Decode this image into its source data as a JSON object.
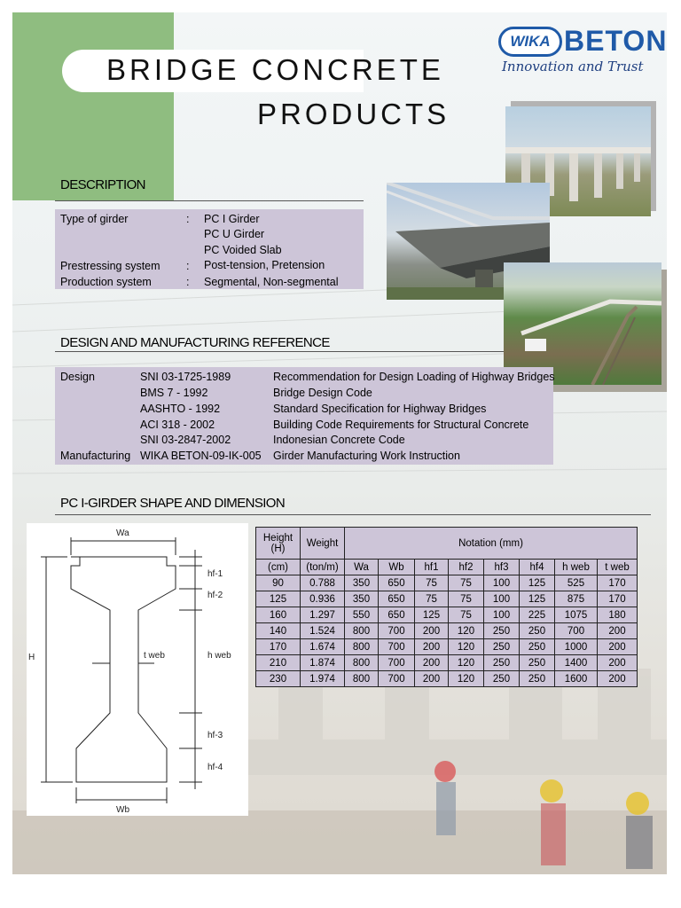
{
  "title_line1": "BRIDGE CONCRETE",
  "title_line2": "PRODUCTS",
  "logo": {
    "mark": "WIKA",
    "brand": "BETON",
    "tagline": "Innovation and Trust"
  },
  "description": {
    "heading": "DESCRIPTION",
    "rows": [
      {
        "label": "Type of girder",
        "sep": ":",
        "value": "PC I Girder"
      },
      {
        "label": "",
        "sep": "",
        "value": "PC U Girder"
      },
      {
        "label": "",
        "sep": "",
        "value": "PC Voided Slab"
      },
      {
        "label": "Prestressing system",
        "sep": ":",
        "value": "Post-tension, Pretension"
      },
      {
        "label": "Production system",
        "sep": ":",
        "value": "Segmental, Non-segmental"
      }
    ]
  },
  "reference": {
    "heading": "DESIGN AND MANUFACTURING REFERENCE",
    "rows": [
      {
        "category": "Design",
        "code": "SNI 03-1725-1989",
        "title": "Recommendation for Design Loading of Highway Bridges"
      },
      {
        "category": "",
        "code": "BMS 7 - 1992",
        "title": "Bridge Design Code"
      },
      {
        "category": "",
        "code": "AASHTO - 1992",
        "title": "Standard Specification for Highway Bridges"
      },
      {
        "category": "",
        "code": "ACI 318 - 2002",
        "title": "Building Code Requirements for Structural Concrete"
      },
      {
        "category": "",
        "code": "SNI 03-2847-2002",
        "title": "Indonesian Concrete Code"
      },
      {
        "category": "Manufacturing",
        "code": "WIKA BETON-09-IK-005",
        "title": "Girder Manufacturing Work Instruction"
      }
    ]
  },
  "shape": {
    "heading": "PC I-GIRDER SHAPE AND DIMENSION",
    "diagram_labels": {
      "wa": "Wa",
      "wb": "Wb",
      "h": "H",
      "hf1": "hf-1",
      "hf2": "hf-2",
      "tweb": "t web",
      "hweb": "h web",
      "hf3": "hf-3",
      "hf4": "hf-4"
    },
    "table": {
      "head_height": "Height (H)",
      "head_height_unit": "(cm)",
      "head_weight": "Weight",
      "head_weight_unit": "(ton/m)",
      "head_notation": "Notation (mm)",
      "notation_cols": [
        "Wa",
        "Wb",
        "hf1",
        "hf2",
        "hf3",
        "hf4",
        "h web",
        "t web"
      ],
      "rows": [
        [
          "90",
          "0.788",
          "350",
          "650",
          "75",
          "75",
          "100",
          "125",
          "525",
          "170"
        ],
        [
          "125",
          "0.936",
          "350",
          "650",
          "75",
          "75",
          "100",
          "125",
          "875",
          "170"
        ],
        [
          "160",
          "1.297",
          "550",
          "650",
          "125",
          "75",
          "100",
          "225",
          "1075",
          "180"
        ],
        [
          "140",
          "1.524",
          "800",
          "700",
          "200",
          "120",
          "250",
          "250",
          "700",
          "200"
        ],
        [
          "170",
          "1.674",
          "800",
          "700",
          "200",
          "120",
          "250",
          "250",
          "1000",
          "200"
        ],
        [
          "210",
          "1.874",
          "800",
          "700",
          "200",
          "120",
          "250",
          "250",
          "1400",
          "200"
        ],
        [
          "230",
          "1.974",
          "800",
          "700",
          "200",
          "120",
          "250",
          "250",
          "1600",
          "200"
        ]
      ]
    }
  },
  "colors": {
    "accent_green": "#8fbd80",
    "box_lavender": "#cdc5d8",
    "brand_blue": "#1f5aa8"
  }
}
